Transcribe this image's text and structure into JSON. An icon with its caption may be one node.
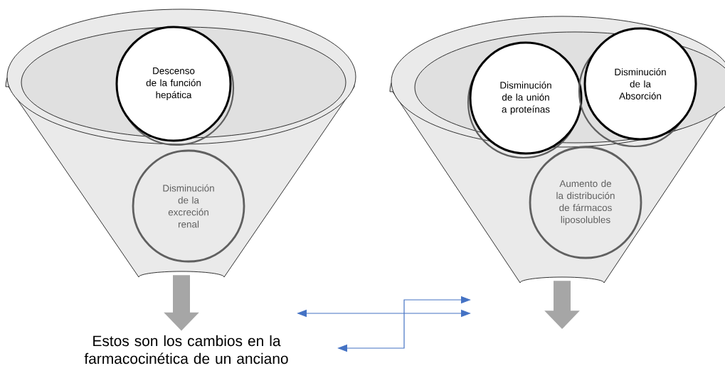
{
  "diagram": {
    "nodes": [
      {
        "text": [],
        "shape": "funnel"
      },
      {
        "text": [
          "Descenso de la función hepática"
        ],
        "in": 0
      },
      {
        "text": [
          "Disminución de la excreción renal"
        ],
        "in": 0
      },
      {
        "text": [],
        "shape": "funnel"
      },
      {
        "text": [
          "Disminución de la unión a proteínas"
        ],
        "in": 3
      },
      {
        "text": [
          "Disminución de la Absorción"
        ],
        "in": 3
      },
      {
        "text": [
          "Aumento de la distribución de fármacos liposolubles"
        ],
        "in": 3
      },
      {
        "text": [
          "Estos son los cambios en la farmacocinética de un anciano"
        ]
      }
    ],
    "edges": [
      {
        "from": 0,
        "to": 7,
        "arrow": "to"
      },
      {
        "from": 3,
        "to": null,
        "arrow": "to"
      }
    ]
  }
}
